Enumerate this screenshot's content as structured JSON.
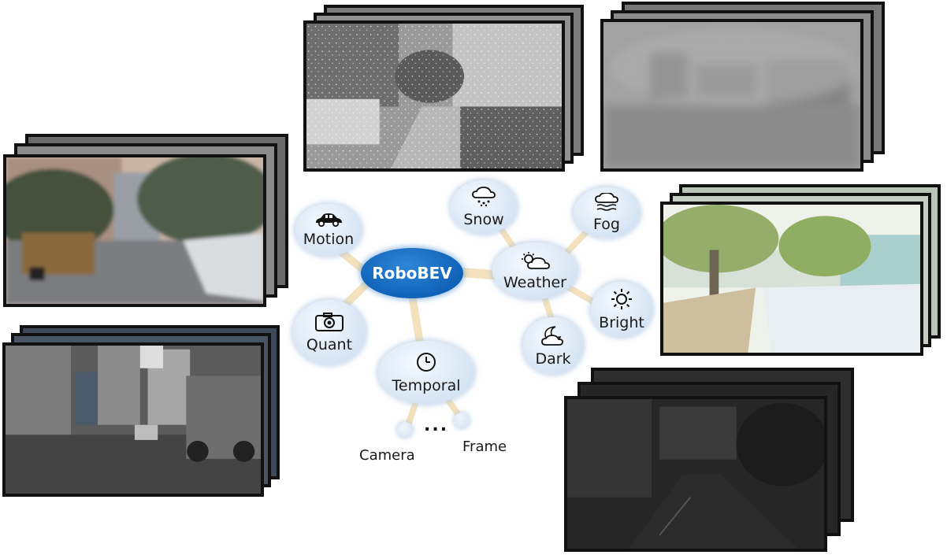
{
  "hub": {
    "label": "RoboBEV"
  },
  "nodes": {
    "motion": {
      "label": "Motion",
      "icon": "car-icon"
    },
    "quant": {
      "label": "Quant",
      "icon": "camera-icon"
    },
    "temporal": {
      "label": "Temporal",
      "icon": "clock-icon"
    },
    "weather": {
      "label": "Weather",
      "icon": "weather-icon"
    },
    "snow": {
      "label": "Snow",
      "icon": "snow-cloud-icon"
    },
    "fog": {
      "label": "Fog",
      "icon": "fog-cloud-icon"
    },
    "bright": {
      "label": "Bright",
      "icon": "sun-icon"
    },
    "dark": {
      "label": "Dark",
      "icon": "moon-cloud-icon"
    }
  },
  "temporal_children": {
    "camera": "Camera",
    "frame": "Frame",
    "ellipsis": "..."
  },
  "colors": {
    "hub": "#0f62b8",
    "node": "#dce9f6",
    "connector": "#f3e2bd",
    "frame_border": "#111111"
  }
}
